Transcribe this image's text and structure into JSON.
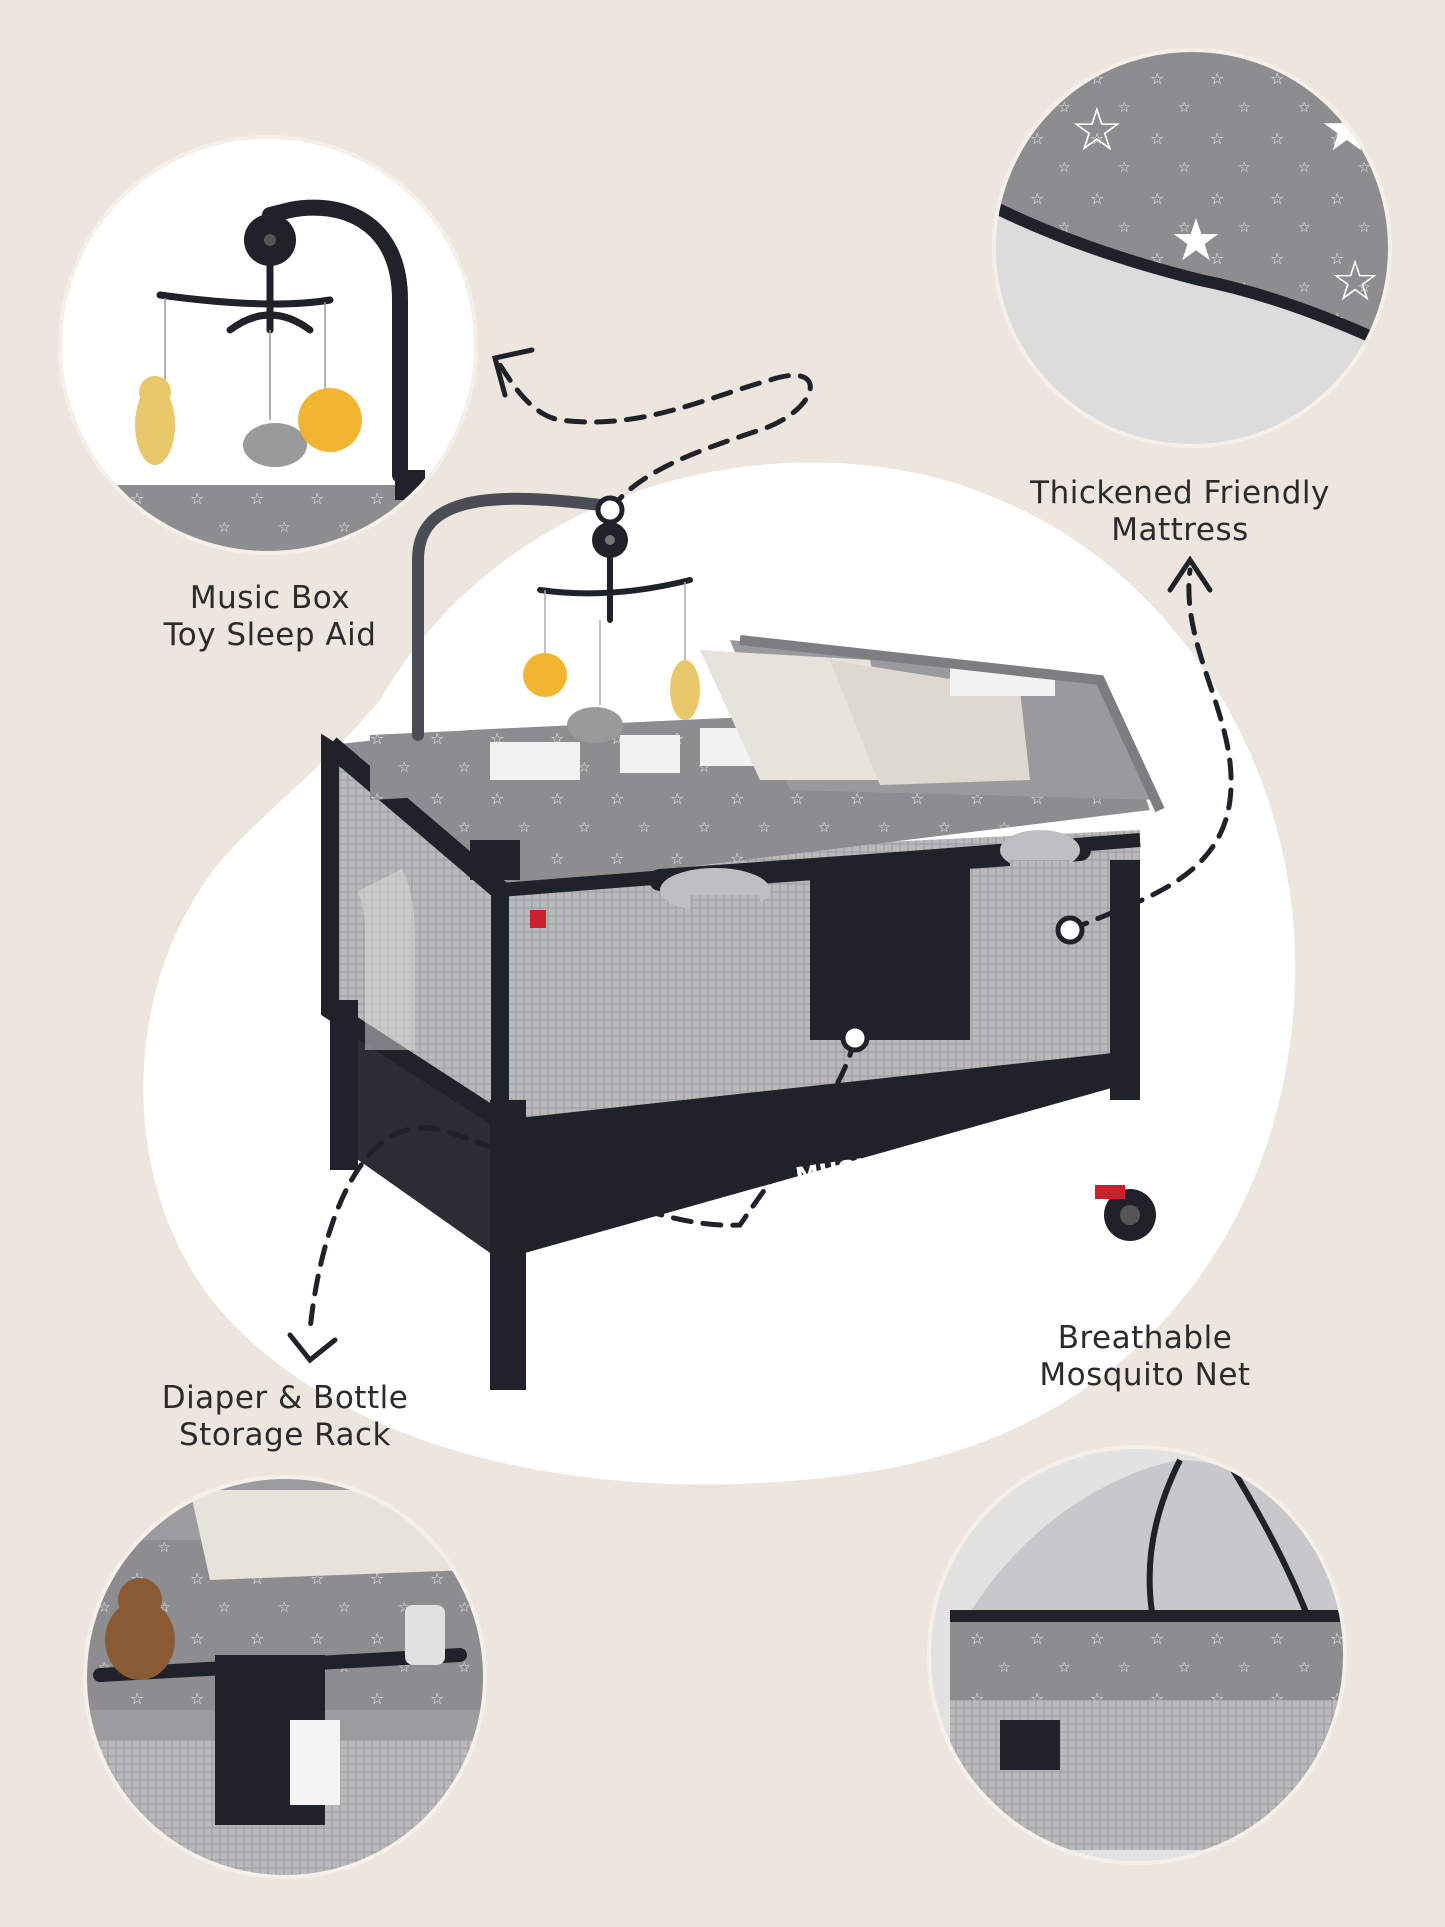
{
  "brand": {
    "logo_text": "MUSIKAN"
  },
  "colors": {
    "background": "#ece6df",
    "blob": "#ffffff",
    "frame": "#1f2228",
    "fabric": "#8a8a8c",
    "accent_red": "#c8232c",
    "text": "#2b2b2b"
  },
  "features": [
    {
      "line1": "Music Box",
      "line2": "Toy Sleep Aid"
    },
    {
      "line1": "Thickened Friendly",
      "line2": "Mattress"
    },
    {
      "line1": "Diaper & Bottle",
      "line2": "Storage Rack"
    },
    {
      "line1": "Breathable",
      "line2": "Mosquito Net"
    }
  ]
}
